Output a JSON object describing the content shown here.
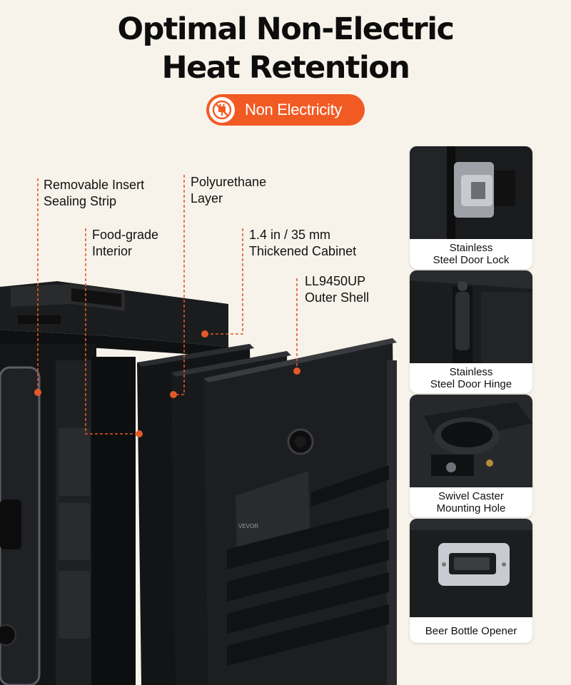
{
  "header": {
    "title_line1": "Optimal Non-Electric",
    "title_line2": "Heat Retention",
    "badge_label": "Non Electricity",
    "badge_icon": "no-plug-icon",
    "accent_color": "#f25a24"
  },
  "callouts": {
    "sealing_strip": {
      "line1": "Removable Insert",
      "line2": "Sealing Strip"
    },
    "polyurethane": {
      "line1": "Polyurethane",
      "line2": "Layer"
    },
    "interior": {
      "line1": "Food-grade",
      "line2": "Interior"
    },
    "cabinet": {
      "line1": "1.4 in / 35 mm",
      "line2": "Thickened Cabinet"
    },
    "shell": {
      "line1": "LL9450UP",
      "line2": "Outer Shell"
    }
  },
  "product": {
    "brand_plate": "VEVOR"
  },
  "features": [
    {
      "line1": "Stainless",
      "line2": "Steel Door Lock"
    },
    {
      "line1": "Stainless",
      "line2": "Steel Door Hinge"
    },
    {
      "line1": "Swivel Caster",
      "line2": "Mounting Hole"
    },
    {
      "line1": "Beer Bottle Opener"
    }
  ]
}
